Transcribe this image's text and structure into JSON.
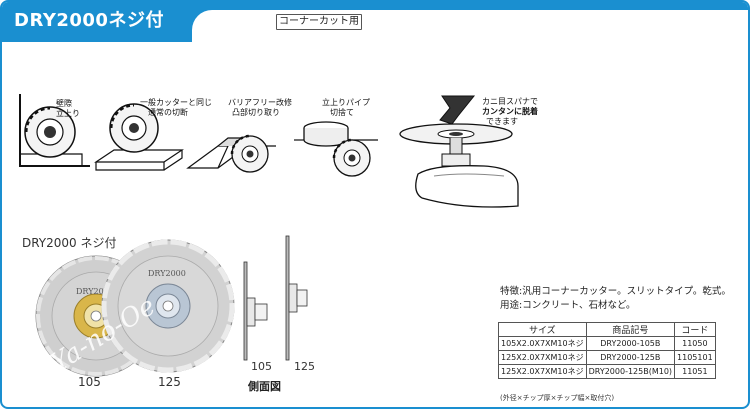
{
  "header": {
    "title": "DRY2000ネジ付",
    "badge": "コーナーカット用"
  },
  "usage_icons": [
    {
      "lines": [
        "壁際",
        "立上り"
      ]
    },
    {
      "lines": [
        "一般カッターと同じ",
        "通常の切断"
      ]
    },
    {
      "lines": [
        "バリアフリー改修",
        "凸部切り取り"
      ]
    },
    {
      "lines": [
        "立上りパイプ",
        "切捨て"
      ]
    },
    {
      "lines": [
        "カニ目スパナで",
        "カンタンに脱着",
        "できます"
      ]
    }
  ],
  "product": {
    "label": "DRY2000 ネジ付",
    "sizes": [
      "105",
      "125"
    ],
    "side_sizes": [
      "105",
      "125"
    ],
    "side_view_label": "側面図",
    "blade_text": "DRY2000",
    "watermark": "Ya-no-Oe"
  },
  "features": {
    "line1": "特徴:汎用コーナーカッター。スリットタイプ。乾式。",
    "line2": "用途:コンクリート、石材など。"
  },
  "spec_table": {
    "headers": [
      "サイズ",
      "商品記号",
      "コード"
    ],
    "rows": [
      [
        "105X2.0X7XM10ネジ",
        "DRY2000-105B",
        "11050"
      ],
      [
        "125X2.0X7XM10ネジ",
        "DRY2000-125B",
        "1105101"
      ],
      [
        "125X2.0X7XM10ネジ",
        "DRY2000-125B(M10)",
        "11051"
      ]
    ],
    "note": "(外径×チップ厚×チップ幅×取付穴)"
  },
  "colors": {
    "accent": "#1a8fd0",
    "blade_gray": "#c8c8c8",
    "hub_gold": "#d9b64a"
  }
}
